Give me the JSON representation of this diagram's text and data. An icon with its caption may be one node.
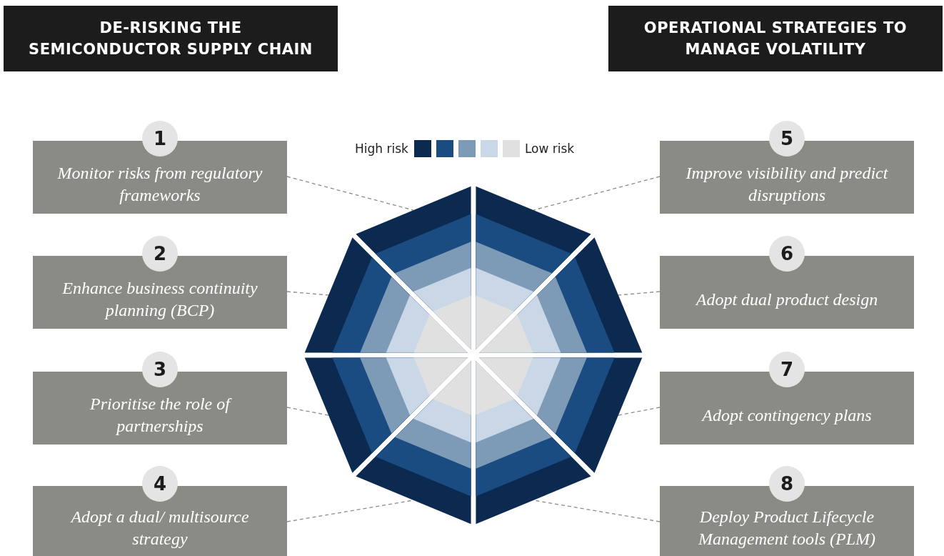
{
  "diagram": {
    "nodes": [
      {
        "text": [
          "DE-RISKING THE SEMICONDUCTOR SUPPLY CHAIN"
        ]
      },
      {
        "text": [
          "OPERATIONAL STRATEGIES TO MANAGE VOLATILITY"
        ]
      },
      {
        "text": [
          "1",
          "Monitor risks from regulatory frameworks"
        ]
      },
      {
        "text": [
          "2",
          "Enhance business continuity planning (BCP)"
        ]
      },
      {
        "text": [
          "3",
          "Prioritise the role of partnerships"
        ]
      },
      {
        "text": [
          "4",
          "Adopt a dual/ multisource strategy"
        ]
      },
      {
        "text": [
          "5",
          "Improve visibility and predict disruptions"
        ]
      },
      {
        "text": [
          "6",
          "Adopt dual product design"
        ]
      },
      {
        "text": [
          "7",
          "Adopt contingency plans"
        ]
      },
      {
        "text": [
          "8",
          "Deploy Product Lifecycle Management tools (PLM)"
        ]
      },
      {
        "text": [],
        "shape": "wedge"
      },
      {
        "text": [],
        "shape": "wedge"
      },
      {
        "text": [],
        "shape": "wedge"
      },
      {
        "text": [],
        "shape": "wedge"
      },
      {
        "text": [],
        "shape": "wedge"
      },
      {
        "text": [],
        "shape": "wedge"
      },
      {
        "text": [],
        "shape": "wedge"
      },
      {
        "text": [],
        "shape": "wedge"
      }
    ],
    "edges": [
      {
        "from": 2,
        "to": 10,
        "arrow": "none",
        "style": "dashed"
      },
      {
        "from": 3,
        "to": 11,
        "arrow": "none",
        "style": "dashed"
      },
      {
        "from": 4,
        "to": 12,
        "arrow": "none",
        "style": "dashed"
      },
      {
        "from": 5,
        "to": 13,
        "arrow": "none",
        "style": "dashed"
      },
      {
        "from": 6,
        "to": 14,
        "arrow": "none",
        "style": "dashed"
      },
      {
        "from": 7,
        "to": 15,
        "arrow": "none",
        "style": "dashed"
      },
      {
        "from": 8,
        "to": 16,
        "arrow": "none",
        "style": "dashed"
      },
      {
        "from": 9,
        "to": 17,
        "arrow": "none",
        "style": "dashed"
      }
    ],
    "labels": [
      "High risk",
      "Low risk"
    ]
  }
}
